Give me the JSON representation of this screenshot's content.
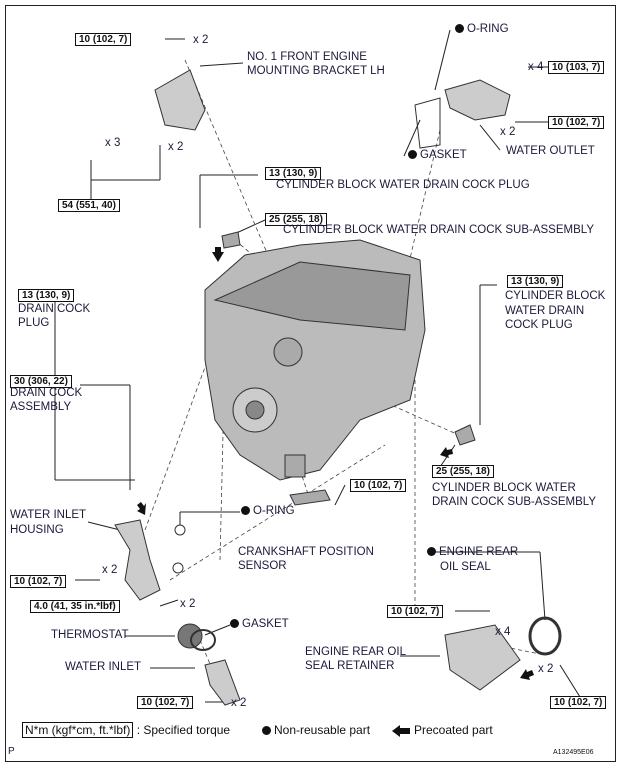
{
  "labels": {
    "bracket": [
      "NO. 1 FRONT ENGINE",
      "MOUNTING BRACKET LH"
    ],
    "o_ring_top": "O-RING",
    "gasket_top": "GASKET",
    "water_outlet": "WATER OUTLET",
    "cyl_plug_top": "CYLINDER BLOCK WATER DRAIN COCK PLUG",
    "cyl_sub_top": "CYLINDER BLOCK WATER DRAIN COCK SUB-ASSEMBLY",
    "drain_cock_plug": [
      "DRAIN COCK",
      "PLUG"
    ],
    "cyl_plug_right": [
      "CYLINDER BLOCK",
      "WATER DRAIN",
      "COCK PLUG"
    ],
    "drain_cock_assembly": [
      "DRAIN COCK",
      "ASSEMBLY"
    ],
    "cyl_sub_right": [
      "CYLINDER BLOCK WATER",
      "DRAIN COCK SUB-ASSEMBLY"
    ],
    "water_inlet_housing": [
      "WATER INLET",
      "HOUSING"
    ],
    "o_ring_mid": "O-RING",
    "crankshaft_sensor": [
      "CRANKSHAFT POSITION",
      "SENSOR"
    ],
    "engine_rear_oil_seal": [
      "ENGINE REAR",
      "OIL SEAL"
    ],
    "thermostat": "THERMOSTAT",
    "gasket_mid": "GASKET",
    "water_inlet": "WATER INLET",
    "rear_oil_seal_retainer": [
      "ENGINE REAR OIL",
      "SEAL RETAINER"
    ]
  },
  "torques": {
    "t1": "10 (102, 7)",
    "t2": "10 (103, 7)",
    "t3": "10 (102, 7)",
    "t4": "54 (551, 40)",
    "t5": "13 (130, 9)",
    "t6": "25 (255, 18)",
    "t7": "13 (130, 9)",
    "t8": "13 (130, 9)",
    "t9": "30 (306, 22)",
    "t10": "25 (255, 18)",
    "t11": "10 (102, 7)",
    "t12": "10 (102, 7)",
    "t13": "4.0 (41, 35 in.*lbf)",
    "t14": "10 (102, 7)",
    "t15": "10 (102, 7)",
    "t16": "10 (102, 7)"
  },
  "quantities": {
    "q1": "x 2",
    "q2": "x 4",
    "q3": "x 2",
    "q4": "x 3",
    "q5": "x 2",
    "q6": "x 2",
    "q7": "x 2",
    "q8": "x 2",
    "q9": "x 4",
    "q10": "x 2"
  },
  "legend": {
    "torque_unit": "N*m (kgf*cm, ft.*lbf)",
    "torque_desc": ": Specified torque",
    "non_reusable": "Non-reusable part",
    "precoated": "Precoated part"
  },
  "footer": {
    "page_mark": "P",
    "figure_id": "A132495E06"
  }
}
